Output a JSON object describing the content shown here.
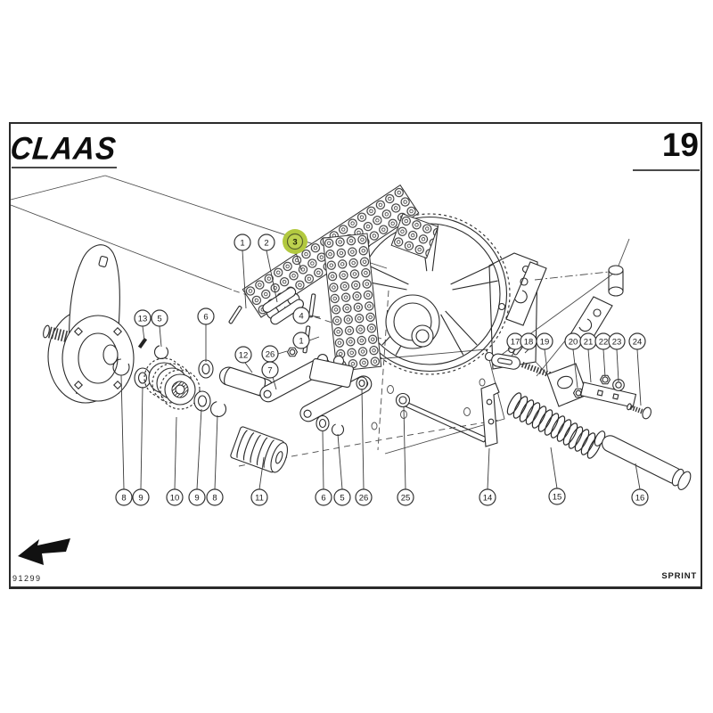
{
  "header": {
    "brand": "CLAAS",
    "page_number": "19"
  },
  "footer": {
    "doc_code": "91299",
    "model_name": "SPRINT"
  },
  "diagram": {
    "type": "exploded-parts-diagram",
    "subject": "chain drive, sprocket wheel, tensioner assembly",
    "highlight_color": "#b2c93f",
    "highlighted_item": "3",
    "callouts": [
      {
        "label": "1"
      },
      {
        "label": "2"
      },
      {
        "label": "3"
      },
      {
        "label": "4"
      },
      {
        "label": "1"
      },
      {
        "label": "26"
      },
      {
        "label": "7"
      },
      {
        "label": "13"
      },
      {
        "label": "5"
      },
      {
        "label": "6"
      },
      {
        "label": "12"
      },
      {
        "label": "17"
      },
      {
        "label": "18"
      },
      {
        "label": "19"
      },
      {
        "label": "20"
      },
      {
        "label": "21"
      },
      {
        "label": "22"
      },
      {
        "label": "23"
      },
      {
        "label": "24"
      },
      {
        "label": "8"
      },
      {
        "label": "9"
      },
      {
        "label": "10"
      },
      {
        "label": "9"
      },
      {
        "label": "8"
      },
      {
        "label": "11"
      },
      {
        "label": "6"
      },
      {
        "label": "5"
      },
      {
        "label": "26"
      },
      {
        "label": "25"
      },
      {
        "label": "14"
      },
      {
        "label": "15"
      },
      {
        "label": "16"
      }
    ]
  }
}
